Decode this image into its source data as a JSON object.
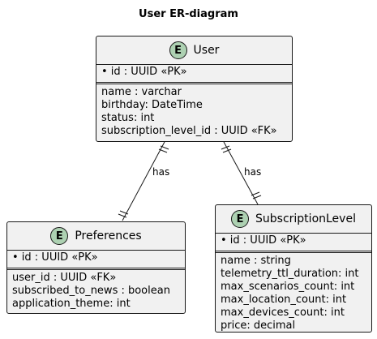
{
  "title": "User ER-diagram",
  "entities": {
    "user": {
      "badge": "E",
      "name": "User",
      "pk": "• id : UUID «PK»",
      "fields": [
        "name : varchar",
        "birthday: DateTime",
        "status: int",
        "subscription_level_id : UUID «FK»"
      ]
    },
    "preferences": {
      "badge": "E",
      "name": "Preferences",
      "pk": "• id : UUID «PK»",
      "fields": [
        "user_id : UUID «FK»",
        "subscribed_to_news : boolean",
        "application_theme: int"
      ]
    },
    "subscription": {
      "badge": "E",
      "name": "SubscriptionLevel",
      "pk": "• id : UUID «PK»",
      "fields": [
        "name : string",
        "telemetry_ttl_duration: int",
        "max_scenarios_count: int",
        "max_location_count: int",
        "max_devices_count: int",
        "price: decimal"
      ]
    }
  },
  "relations": {
    "user_preferences": "has",
    "user_subscription": "has"
  }
}
